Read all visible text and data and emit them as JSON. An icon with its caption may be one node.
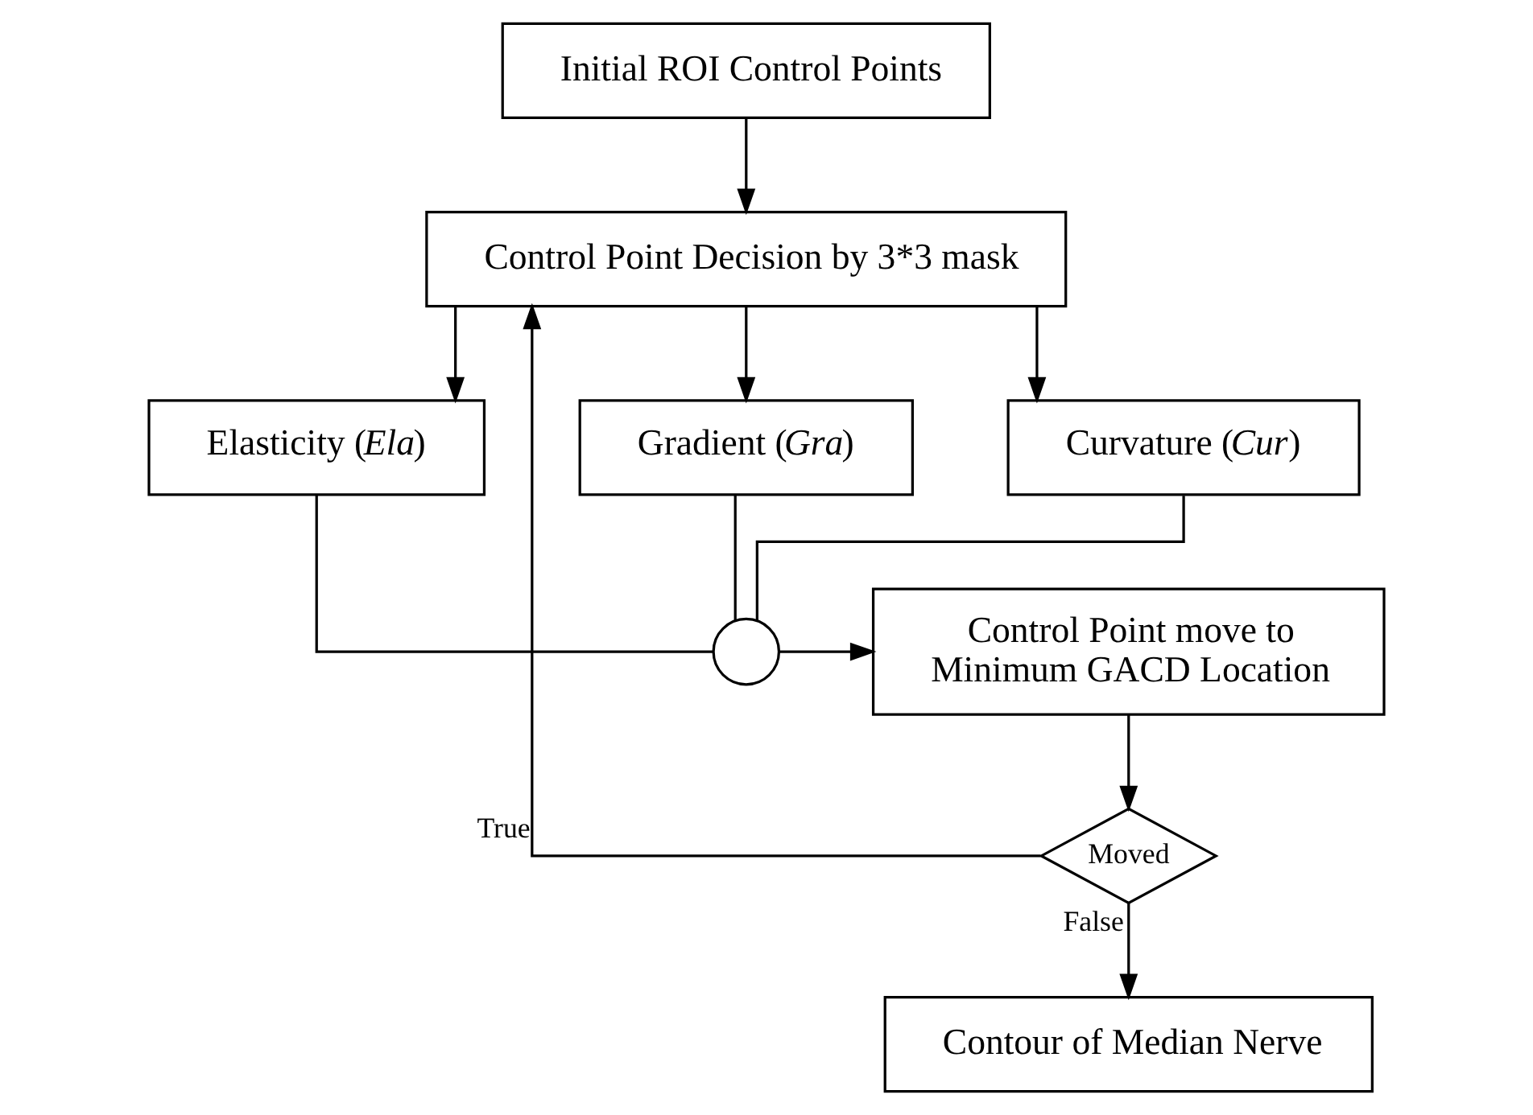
{
  "diagram": {
    "nodes": [
      {
        "text": [
          "Initial ROI Control Points"
        ]
      },
      {
        "text": [
          "Control Point Decision by 3*3 mask"
        ]
      },
      {
        "text": [
          "Elasticity (*Ela*)"
        ]
      },
      {
        "text": [
          "Gradient (*Gra*)"
        ]
      },
      {
        "text": [
          "Curvature (*Cur*)"
        ]
      },
      {
        "text": [],
        "shape": "circle"
      },
      {
        "text": [
          "Control Point move to Minimum GACD Location"
        ]
      },
      {
        "text": [
          "Moved"
        ]
      },
      {
        "text": [
          "Contour of Median Nerve"
        ]
      }
    ],
    "edges": [
      {
        "from": 0,
        "to": 1,
        "arrow": "to"
      },
      {
        "from": 1,
        "to": 2,
        "arrow": "to"
      },
      {
        "from": 1,
        "to": 3,
        "arrow": "to"
      },
      {
        "from": 1,
        "to": 4,
        "arrow": "to"
      },
      {
        "from": 2,
        "to": 5,
        "arrow": "none"
      },
      {
        "from": 3,
        "to": 5,
        "arrow": "none"
      },
      {
        "from": 4,
        "to": 5,
        "arrow": "none"
      },
      {
        "from": 5,
        "to": 6,
        "arrow": "to"
      },
      {
        "from": 6,
        "to": 7,
        "arrow": "to"
      },
      {
        "from": 7,
        "to": 1,
        "arrow": "to",
        "label": "True"
      },
      {
        "from": 7,
        "to": 8,
        "arrow": "to",
        "label": "False"
      }
    ]
  }
}
